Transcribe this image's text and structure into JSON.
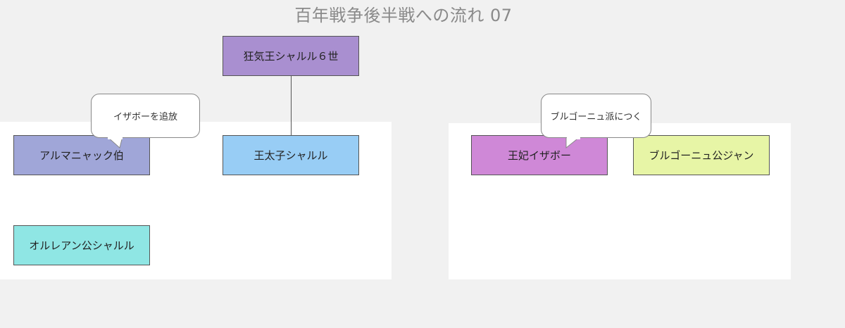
{
  "title": "百年戦争後半戦への流れ 07",
  "nodes": {
    "king": {
      "label": "狂気王シャルル６世",
      "color": "#a98fd0"
    },
    "armagnac": {
      "label": "アルマニャック伯",
      "color": "#a0a6d8"
    },
    "dauphin": {
      "label": "王太子シャルル",
      "color": "#98cdf5"
    },
    "orleans": {
      "label": "オルレアン公シャルル",
      "color": "#8fe6e4"
    },
    "queen": {
      "label": "王妃イザボー",
      "color": "#cf88d7"
    },
    "burgundy": {
      "label": "ブルゴーニュ公ジャン",
      "color": "#e7f5a6"
    }
  },
  "callouts": {
    "exile": {
      "text": "イザボーを追放"
    },
    "side": {
      "text": "ブルゴーニュ派につく"
    }
  }
}
